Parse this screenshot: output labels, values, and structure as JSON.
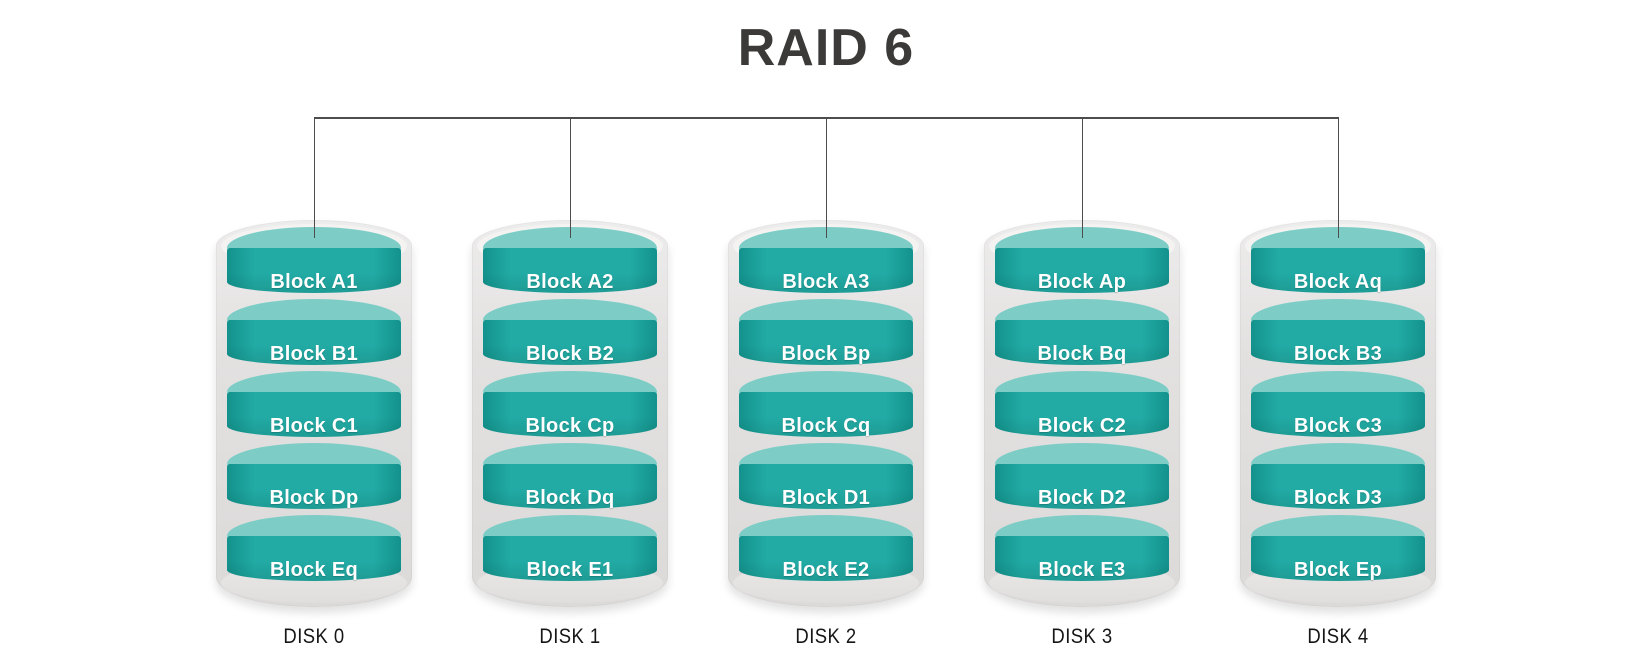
{
  "title": "RAID 6",
  "disks": [
    {
      "label": "DISK 0",
      "blocks": [
        "Block A1",
        "Block B1",
        "Block C1",
        "Block Dp",
        "Block Eq"
      ]
    },
    {
      "label": "DISK 1",
      "blocks": [
        "Block A2",
        "Block B2",
        "Block Cp",
        "Block Dq",
        "Block E1"
      ]
    },
    {
      "label": "DISK 2",
      "blocks": [
        "Block A3",
        "Block Bp",
        "Block Cq",
        "Block D1",
        "Block E2"
      ]
    },
    {
      "label": "DISK 3",
      "blocks": [
        "Block Ap",
        "Block Bq",
        "Block C2",
        "Block D2",
        "Block E3"
      ]
    },
    {
      "label": "DISK 4",
      "blocks": [
        "Block Aq",
        "Block B3",
        "Block C3",
        "Block D3",
        "Block Ep"
      ]
    }
  ],
  "colors": {
    "block_body": "#16a6a0",
    "block_top": "#7dcdc6",
    "block_text": "#ffffff",
    "shell_color": "#e3e1e0",
    "line_color": "#4d4d4d",
    "title_color": "#3b3a39",
    "label_color": "#161616"
  }
}
